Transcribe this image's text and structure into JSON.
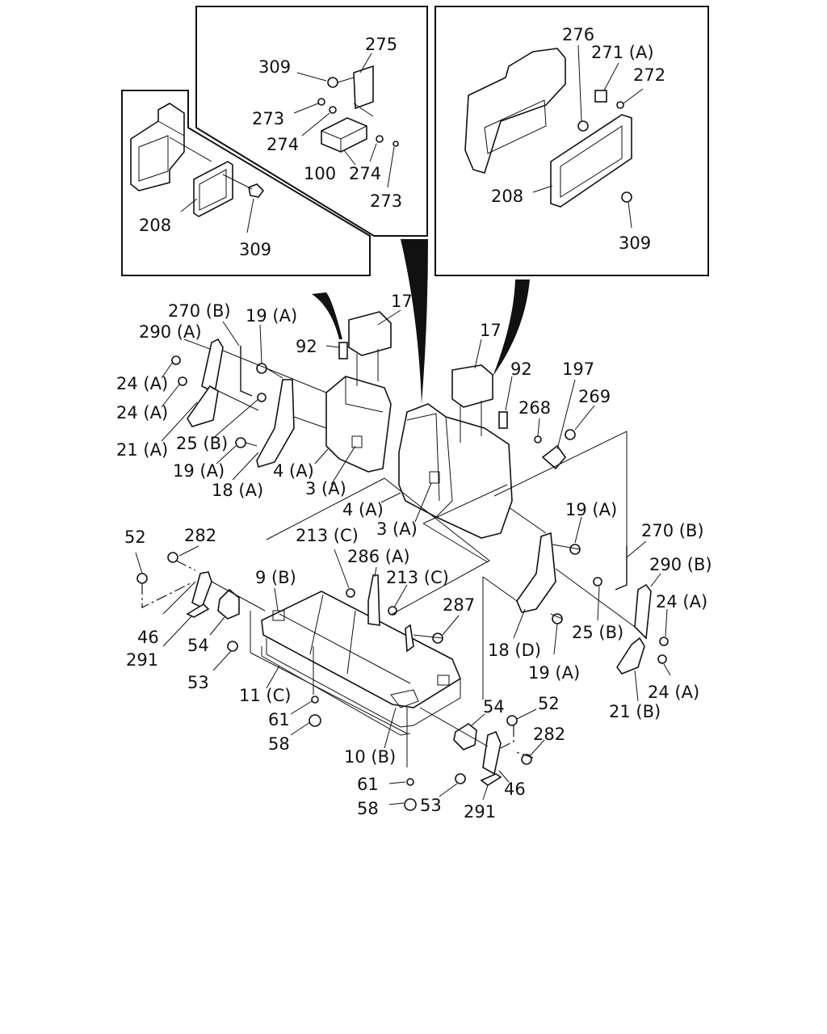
{
  "labels": {
    "l275": "275",
    "l309a": "309",
    "l273a": "273",
    "l274a": "274",
    "l100": "100",
    "l274b": "274",
    "l273b": "273",
    "l208a": "208",
    "l309b": "309",
    "l276": "276",
    "l271a": "271 (A)",
    "l272": "272",
    "l208b": "208",
    "l309c": "309",
    "l270b_1": "270 (B)",
    "l19a_1": "19 (A)",
    "l17_1": "17",
    "l290a": "290 (A)",
    "l92_1": "92",
    "l24a_1": "24 (A)",
    "l24a_2": "24 (A)",
    "l21a": "21 (A)",
    "l25b_1": "25 (B)",
    "l19a_2": "19 (A)",
    "l18a": "18 (A)",
    "l4a_1": "4 (A)",
    "l3a_1": "3 (A)",
    "l17_2": "17",
    "l92_2": "92",
    "l197": "197",
    "l268": "268",
    "l269": "269",
    "l4a_2": "4 (A)",
    "l3a_2": "3 (A)",
    "l19a_3": "19 (A)",
    "l270b_2": "270 (B)",
    "l290b": "290 (B)",
    "l24a_3": "24 (A)",
    "l24a_4": "24 (A)",
    "l21b": "21 (B)",
    "l25b_2": "25 (B)",
    "l19a_4": "19 (A)",
    "l18d": "18 (D)",
    "l52_1": "52",
    "l282_1": "282",
    "l213c_1": "213 (C)",
    "l286a": "286 (A)",
    "l213c_2": "213 (C)",
    "l9b": "9 (B)",
    "l287": "287",
    "l46_1": "46",
    "l291_1": "291",
    "l54_1": "54",
    "l53_1": "53",
    "l11c": "11 (C)",
    "l61_1": "61",
    "l58_1": "58",
    "l10b": "10 (B)",
    "l54_2": "54",
    "l52_2": "52",
    "l282_2": "282",
    "l61_2": "61",
    "l58_2": "58",
    "l53_2": "53",
    "l291_2": "291",
    "l46_2": "46"
  }
}
